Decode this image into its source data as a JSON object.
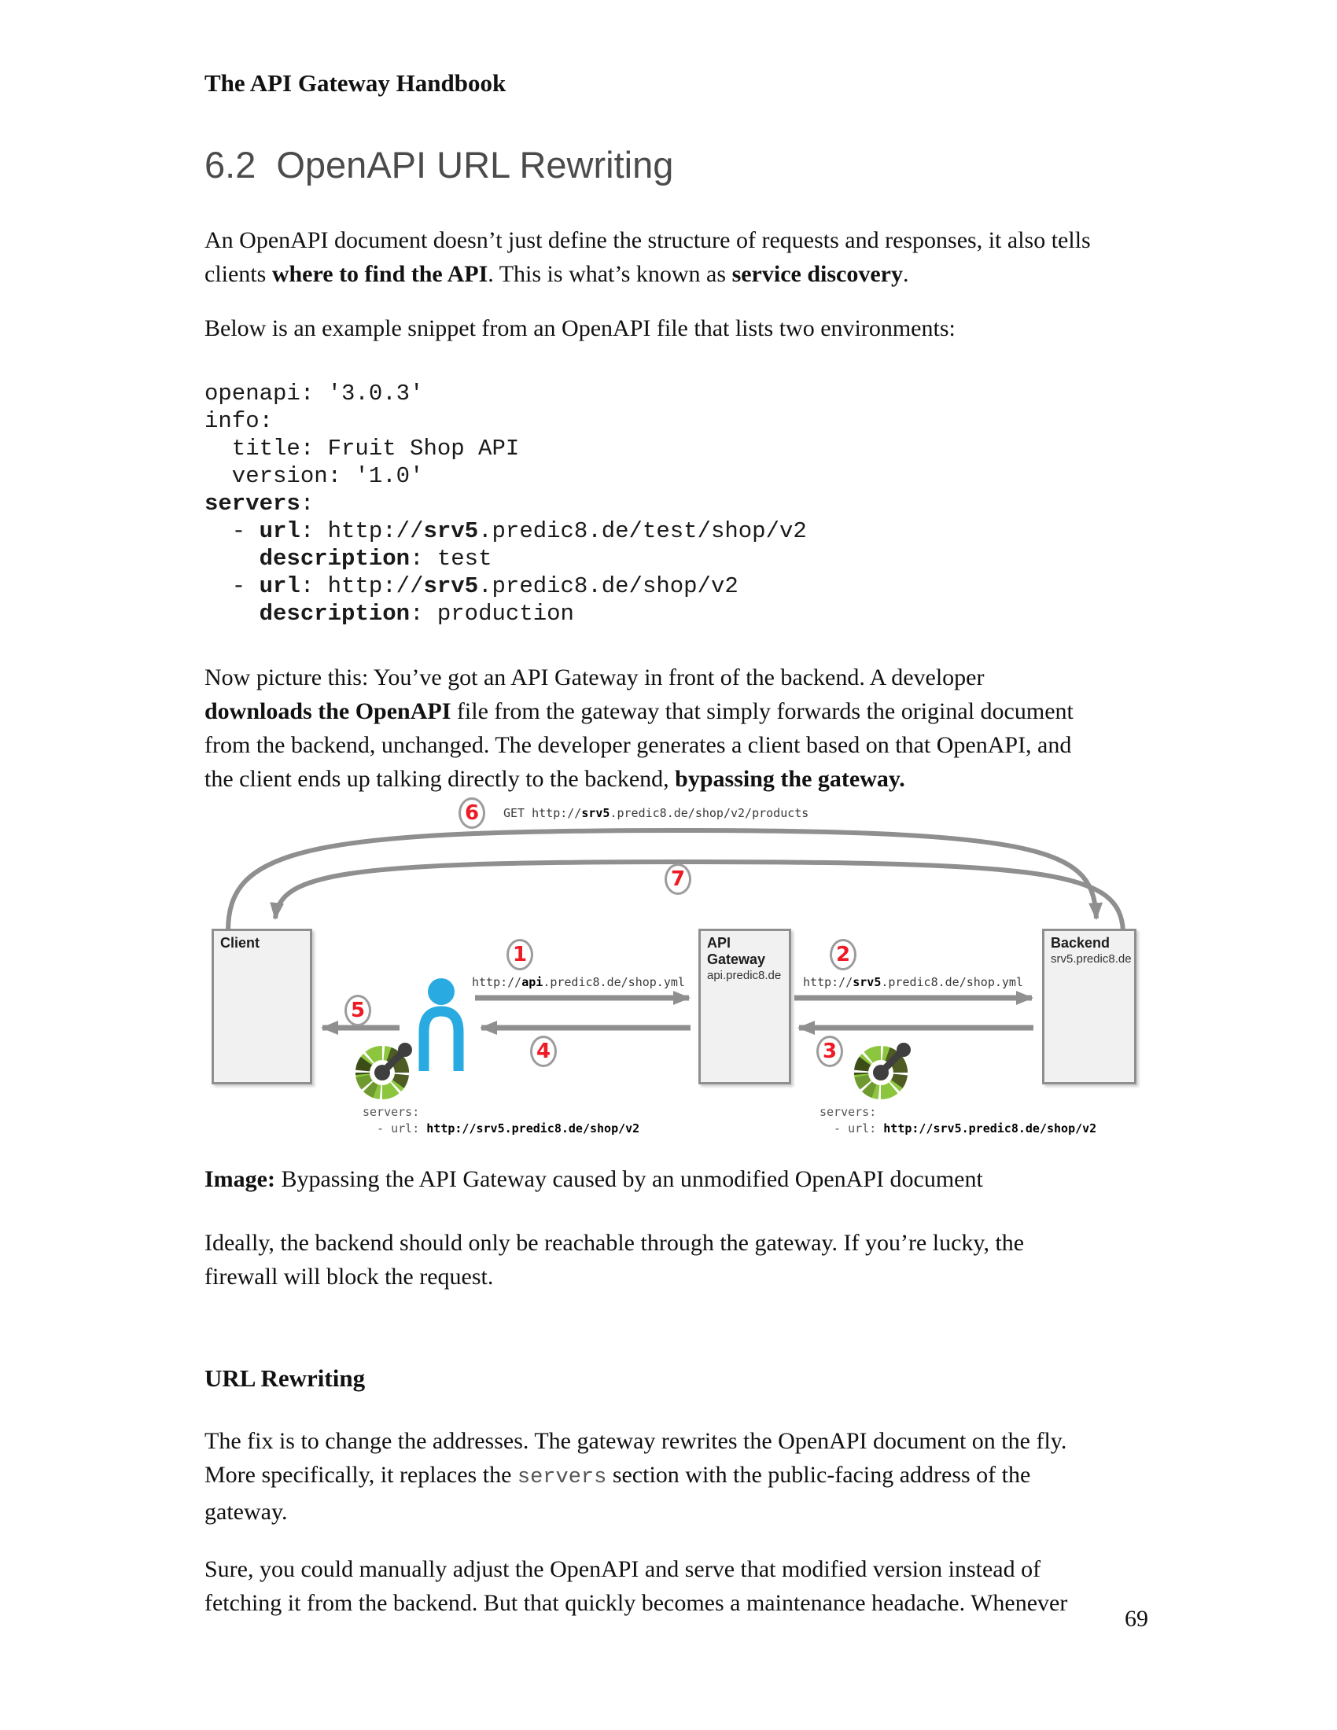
{
  "page": {
    "header": "The API Gateway Handbook",
    "section_number": "6.2",
    "section_title": "OpenAPI URL Rewriting",
    "page_number": "69"
  },
  "paragraphs": {
    "p1": [
      [
        {
          "t": "An OpenAPI document doesn’t just define the structure of requests and responses, it also tells"
        }
      ],
      [
        {
          "t": "clients "
        },
        {
          "t": "where to find the API",
          "b": 1
        },
        {
          "t": ". This is what’s known as "
        },
        {
          "t": "service discovery",
          "b": 1
        },
        {
          "t": "."
        }
      ]
    ],
    "p2": [
      [
        {
          "t": "Below is an example snippet from an OpenAPI file that lists two environments:"
        }
      ]
    ],
    "p3": [
      [
        {
          "t": "Now picture this: You’ve got an API Gateway in front of the backend. A developer"
        }
      ],
      [
        {
          "t": "downloads the OpenAPI",
          "b": 1
        },
        {
          "t": " file from the gateway that simply forwards the original document"
        }
      ],
      [
        {
          "t": "from the backend, unchanged. The developer generates a client based on that OpenAPI, and"
        }
      ],
      [
        {
          "t": "the client ends up talking directly to the backend, "
        },
        {
          "t": "bypassing the gateway.",
          "b": 1
        }
      ]
    ],
    "caption": [
      [
        {
          "t": "Image:",
          "b": 1
        },
        {
          "t": " Bypassing the API Gateway caused by an unmodified OpenAPI document"
        }
      ]
    ],
    "p4": [
      [
        {
          "t": "Ideally, the backend should only be reachable through the gateway. If you’re lucky, the"
        }
      ],
      [
        {
          "t": "firewall will block the request."
        }
      ]
    ],
    "subheading": "URL Rewriting",
    "p5": [
      [
        {
          "t": "The fix is to change the addresses. The gateway rewrites the OpenAPI document on the fly."
        }
      ],
      [
        {
          "t": "More specifically, it replaces the "
        },
        {
          "t": "servers",
          "m": 1
        },
        {
          "t": " section with the public-facing address of the"
        }
      ],
      [
        {
          "t": "gateway."
        }
      ]
    ],
    "p6": [
      [
        {
          "t": "Sure, you could manually adjust the OpenAPI and serve that modified version instead of"
        }
      ],
      [
        {
          "t": "fetching it from the backend. But that quickly becomes a maintenance headache. Whenever"
        }
      ]
    ]
  },
  "code": {
    "lines": [
      [
        {
          "t": "openapi: '3.0.3'"
        }
      ],
      [
        {
          "t": "info:"
        }
      ],
      [
        {
          "t": "  title: Fruit Shop API"
        }
      ],
      [
        {
          "t": "  version: '1.0'"
        }
      ],
      [
        {
          "t": "servers",
          "b": 1
        },
        {
          "t": ":"
        }
      ],
      [
        {
          "t": "  - "
        },
        {
          "t": "url",
          "b": 1
        },
        {
          "t": ": http://"
        },
        {
          "t": "srv5",
          "b": 1
        },
        {
          "t": ".predic8.de/test/shop/v2"
        }
      ],
      [
        {
          "t": "    "
        },
        {
          "t": "description",
          "b": 1
        },
        {
          "t": ": test"
        }
      ],
      [
        {
          "t": "  - "
        },
        {
          "t": "url",
          "b": 1
        },
        {
          "t": ": http://"
        },
        {
          "t": "srv5",
          "b": 1
        },
        {
          "t": ".predic8.de/shop/v2"
        }
      ],
      [
        {
          "t": "    "
        },
        {
          "t": "description",
          "b": 1
        },
        {
          "t": ": production"
        }
      ]
    ]
  },
  "diagram": {
    "steps": {
      "s1": "1",
      "s2": "2",
      "s3": "3",
      "s4": "4",
      "s5": "5",
      "s6": "6",
      "s7": "7"
    },
    "get_label": [
      {
        "t": "GET http://"
      },
      {
        "t": "srv5",
        "b": 1
      },
      {
        "t": ".predic8.de/shop/v2/products"
      }
    ],
    "url_client_to_gateway": [
      {
        "t": "http://"
      },
      {
        "t": "api",
        "b": 1
      },
      {
        "t": ".predic8.de/shop.yml"
      }
    ],
    "url_gateway_to_backend": [
      {
        "t": "http://"
      },
      {
        "t": "srv5",
        "b": 1
      },
      {
        "t": ".predic8.de/shop.yml"
      }
    ],
    "client": {
      "title": "Client"
    },
    "gateway": {
      "title": "API Gateway",
      "subtitle": "api.predic8.de"
    },
    "backend": {
      "title": "Backend",
      "subtitle": "srv5.predic8.de"
    },
    "servers_left": [
      [
        {
          "t": "servers:"
        }
      ],
      [
        {
          "t": "  - url: "
        },
        {
          "t": "http://srv5.predic8.de/shop/v2",
          "b": 1
        }
      ]
    ],
    "servers_right": [
      [
        {
          "t": "servers:"
        }
      ],
      [
        {
          "t": "  - url: "
        },
        {
          "t": "http://srv5.predic8.de/shop/v2",
          "b": 1
        }
      ]
    ],
    "icons": {
      "person": "developer-person-icon",
      "openapi_left": "openapi-logo-wheel-icon",
      "openapi_right": "openapi-logo-wheel-icon"
    },
    "colors": {
      "step_number_red": "#ee1b24",
      "arrow_gray": "#8f8f8f",
      "box_fill": "#f1f1f1",
      "box_border": "#8f8f8f",
      "person_blue": "#29abe2",
      "openapi_green_light": "#8cc63f",
      "openapi_green_mid": "#6f9a2f",
      "openapi_green_dark": "#4e5b23",
      "openapi_charcoal": "#3f3f3f",
      "heading_gray": "#4b4b4b"
    }
  }
}
